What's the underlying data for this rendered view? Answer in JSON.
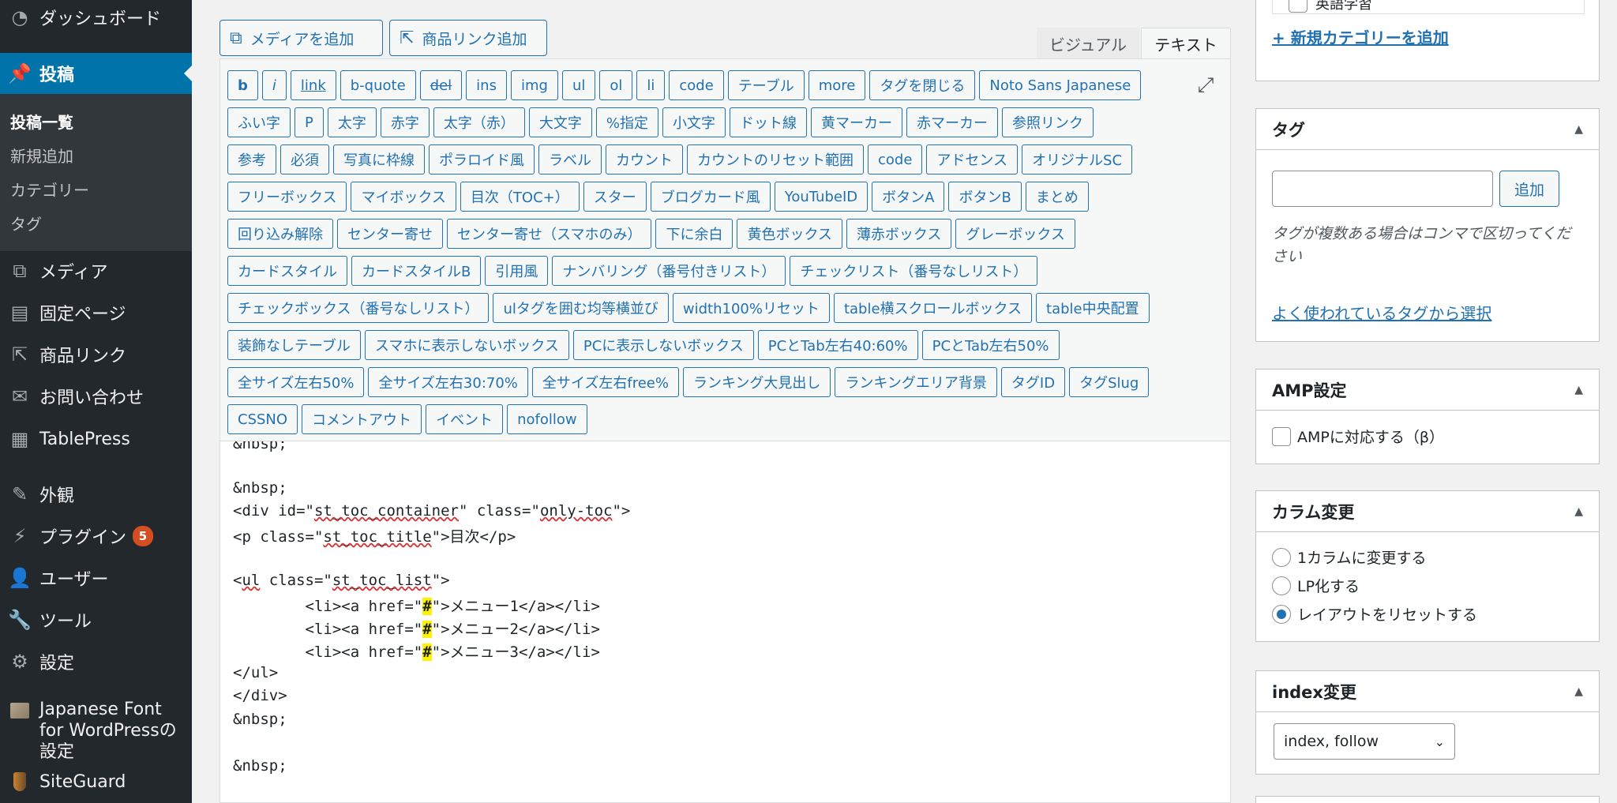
{
  "sidebar": {
    "dashboard": "ダッシュボード",
    "posts": "投稿",
    "posts_sub": [
      "投稿一覧",
      "新規追加",
      "カテゴリー",
      "タグ"
    ],
    "media": "メディア",
    "pages": "固定ページ",
    "product_links": "商品リンク",
    "contact": "お問い合わせ",
    "tablepress": "TablePress",
    "appearance": "外観",
    "plugins": "プラグイン",
    "plugins_badge": "5",
    "users": "ユーザー",
    "tools": "ツール",
    "settings": "設定",
    "japanese_font": "Japanese Font for WordPressの設定",
    "siteguard": "SiteGuard"
  },
  "editor": {
    "add_media": "メディアを追加",
    "add_product_link": "商品リンク追加",
    "tab_visual": "ビジュアル",
    "tab_text": "テキスト",
    "quicktags": [
      [
        "b",
        "i",
        "link",
        "b-quote",
        "del",
        "ins",
        "img",
        "ul",
        "ol",
        "li",
        "code",
        "テーブル",
        "more",
        "タグを閉じる",
        "Noto Sans Japanese"
      ],
      [
        "ふい字",
        "P",
        "太字",
        "赤字",
        "太字（赤）",
        "大文字",
        "%指定",
        "小文字",
        "ドット線",
        "黄マーカー",
        "赤マーカー",
        "参照リンク"
      ],
      [
        "参考",
        "必須",
        "写真に枠線",
        "ポラロイド風",
        "ラベル",
        "カウント",
        "カウントのリセット範囲",
        "code",
        "アドセンス",
        "オリジナルSC"
      ],
      [
        "フリーボックス",
        "マイボックス",
        "目次（TOC+）",
        "スター",
        "ブログカード風",
        "YouTubeID",
        "ボタンA",
        "ボタンB",
        "まとめ"
      ],
      [
        "回り込み解除",
        "センター寄せ",
        "センター寄せ（スマホのみ）",
        "下に余白",
        "黄色ボックス",
        "薄赤ボックス",
        "グレーボックス"
      ],
      [
        "カードスタイル",
        "カードスタイルB",
        "引用風",
        "ナンバリング（番号付きリスト）",
        "チェックリスト（番号なしリスト）"
      ],
      [
        "チェックボックス（番号なしリスト）",
        "ulタグを囲む均等横並び",
        "width100%リセット",
        "table横スクロールボックス",
        "table中央配置"
      ],
      [
        "装飾なしテーブル",
        "スマホに表示しないボックス",
        "PCに表示しないボックス",
        "PCとTab左右40:60%",
        "PCとTab左右50%"
      ],
      [
        "全サイズ左右50%",
        "全サイズ左右30:70%",
        "全サイズ左右free%",
        "ランキング大見出し",
        "ランキングエリア背景",
        "タグID",
        "タグSlug"
      ],
      [
        "CSSNO",
        "コメントアウト",
        "イベント",
        "nofollow"
      ]
    ],
    "code": {
      "l0": "&nbsp;",
      "l1": "&nbsp;",
      "l2a": "<div id=\"",
      "l2b": "st_toc_container",
      "l2c": "\" class=\"",
      "l2d": "only-toc",
      "l2e": "\">",
      "l3a": "<p class=\"",
      "l3b": "st_toc_title",
      "l3c": "\">目次</p>",
      "l4a": "<",
      "l4b": "ul",
      "l4c": " class=\"",
      "l4d": "st_toc_list",
      "l4e": "\">",
      "li_pre": "        <li><a href=\"",
      "hash": "#",
      "li1_post": "\">メニュー1</a></li>",
      "li2_post": "\">メニュー2</a></li>",
      "li3_post": "\">メニュー3</a></li>",
      "l8": "</ul>",
      "l9": "</div>",
      "l10": "&nbsp;",
      "l11": "&nbsp;"
    }
  },
  "right": {
    "category_partial": "英語学習",
    "add_category": "+ 新規カテゴリーを追加",
    "tags_title": "タグ",
    "tags_add": "追加",
    "tags_help": "タグが複数ある場合はコンマで区切ってください",
    "tags_choose": "よく使われているタグから選択",
    "amp_title": "AMP設定",
    "amp_label": "AMPに対応する（β）",
    "column_title": "カラム変更",
    "column_options": [
      "1カラムに変更する",
      "LP化する",
      "レイアウトをリセットする"
    ],
    "index_title": "index変更",
    "index_value": "index, follow"
  },
  "colors": {
    "accent": "#2271b1",
    "sidebar": "#23282d",
    "active": "#0073aa",
    "badge": "#d54e21",
    "highlight": "#fff200"
  }
}
